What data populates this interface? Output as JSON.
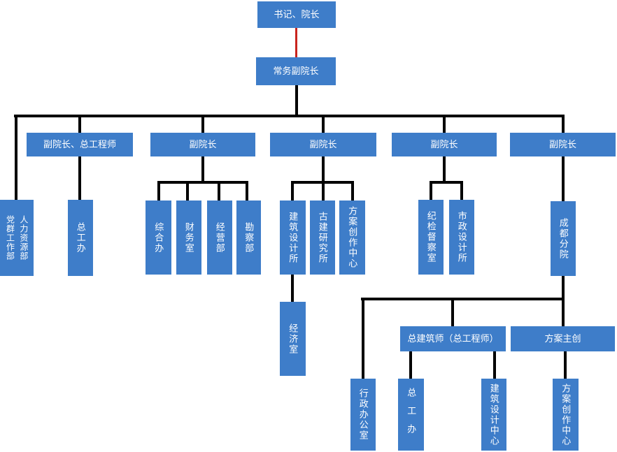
{
  "colors": {
    "box_fill": "#3e7dc9",
    "box_text": "#ffffff",
    "connector": "#000000",
    "root_connector": "#c9241e",
    "background": "#ffffff"
  },
  "nodes": {
    "root": {
      "label": "书记、院长"
    },
    "executive_vp": {
      "label": "常务副院长"
    },
    "vp_chief_engineer": {
      "label": "副院长、总工程师"
    },
    "vp2": {
      "label": "副院长"
    },
    "vp3": {
      "label": "副院长"
    },
    "vp4": {
      "label": "副院长"
    },
    "vp5": {
      "label": "副院长"
    },
    "party_mass_dept": {
      "label": "党群工作部"
    },
    "hr_dept": {
      "label": "人力资源部"
    },
    "chief_engineer_office": {
      "label": "总工办"
    },
    "general_office": {
      "label": "综合办"
    },
    "finance_office": {
      "label": "财务室"
    },
    "operations_dept": {
      "label": "经营部"
    },
    "survey_dept": {
      "label": "勘察部"
    },
    "architectural_design_institute": {
      "label": "建筑设计所"
    },
    "ancient_architecture_institute": {
      "label": "古建研究所"
    },
    "scheme_creation_center": {
      "label": "方案创作中心"
    },
    "economics_office": {
      "label": "经济室"
    },
    "discipline_inspection_office": {
      "label": "纪检督察室"
    },
    "municipal_design_institute": {
      "label": "市政设计所"
    },
    "chengdu_branch": {
      "label": "成都分院"
    },
    "chief_architect": {
      "label": "总建筑师（总工程师）"
    },
    "scheme_lead": {
      "label": "方案主创"
    },
    "admin_office": {
      "label": "行政办公室"
    },
    "chief_engineer_office_chengdu": {
      "label": "总工办"
    },
    "architectural_design_center": {
      "label": "建筑设计中心"
    },
    "scheme_creation_center_chengdu": {
      "label": "方案创作中心"
    }
  },
  "hierarchy": {
    "书记、院长": {
      "常务副院长": {
        "党群工作部/人力资源部": {},
        "副院长、总工程师": {
          "总工办": {}
        },
        "副院长(2)": {
          "综合办": {},
          "财务室": {},
          "经营部": {},
          "勘察部": {}
        },
        "副院长(3)": {
          "建筑设计所": {
            "经济室": {}
          },
          "古建研究所": {},
          "方案创作中心": {}
        },
        "副院长(4)": {
          "纪检督察室": {},
          "市政设计所": {}
        },
        "副院长(5)": {
          "成都分院": {
            "行政办公室": {},
            "总建筑师（总工程师）": {
              "总工办": {},
              "建筑设计中心": {}
            },
            "方案主创": {
              "方案创作中心": {}
            }
          }
        }
      }
    }
  }
}
